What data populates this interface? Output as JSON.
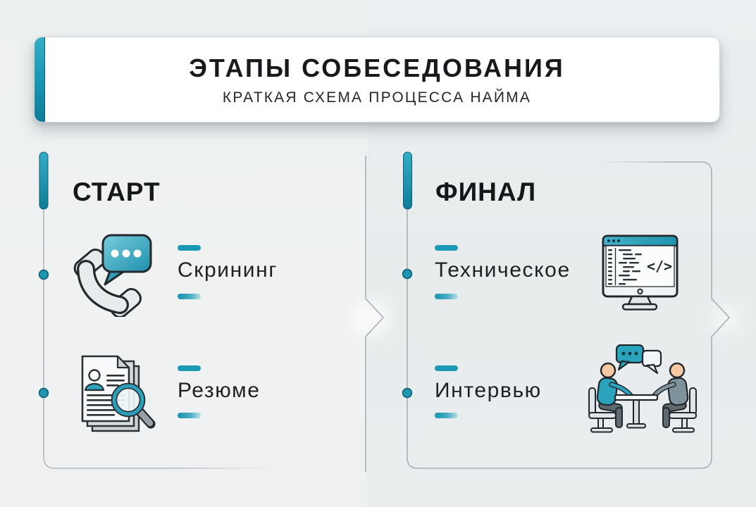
{
  "header": {
    "title": "ЭТАПЫ СОБЕСЕДОВАНИЯ",
    "subtitle": "КРАТКАЯ СХЕМА ПРОЦЕССА НАЙМА"
  },
  "columns": [
    {
      "id": "start",
      "heading": "СТАРТ",
      "items": [
        {
          "label": "Скрининг",
          "icon": "phone-chat-icon",
          "icon_side": "left"
        },
        {
          "label": "Резюме",
          "icon": "resume-magnifier-icon",
          "icon_side": "left"
        }
      ]
    },
    {
      "id": "final",
      "heading": "ФИНАЛ",
      "items": [
        {
          "label": "Техническое",
          "icon": "monitor-code-icon",
          "icon_side": "right"
        },
        {
          "label": "Интервью",
          "icon": "interview-people-icon",
          "icon_side": "right"
        }
      ]
    }
  ],
  "colors": {
    "accent": "#1b9ab6",
    "accent_dark": "#0f7d99",
    "outline": "#262b2f",
    "border": "#b3b9bf",
    "text": "#1b1e20",
    "background_left": "#eff1f1",
    "background_right": "#e9edee"
  }
}
